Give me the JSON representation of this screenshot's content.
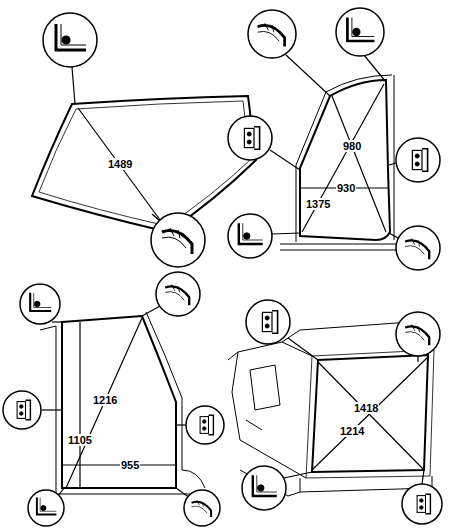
{
  "diagram": {
    "labels": [
      "1489",
      "980",
      "930",
      "1375",
      "1216",
      "1105",
      "955",
      "1418",
      "1214"
    ]
  }
}
